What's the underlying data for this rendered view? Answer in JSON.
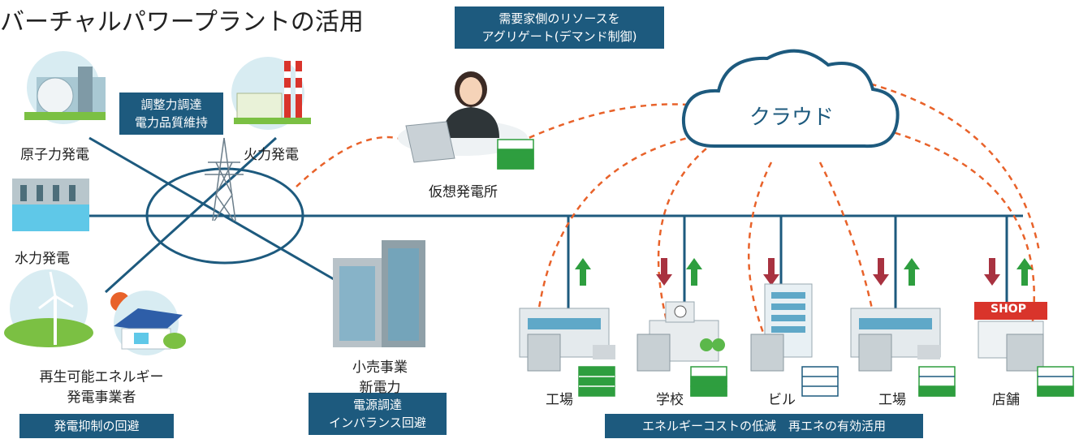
{
  "title": "バーチャルパワープラントの活用",
  "badges": {
    "demand_side": [
      "需要家側のリソースを",
      "アグリゲート(デマンド制御)"
    ],
    "adjustment": [
      "調整力調達",
      "電力品質維持"
    ],
    "curtail": "発電抑制の回避",
    "imbalance": [
      "電源調達",
      "インバランス回避"
    ],
    "cost": "エネルギーコストの低減　再エネの有効活用"
  },
  "labels": {
    "nuclear": "原子力発電",
    "thermal": "火力発電",
    "hydro": "水力発電",
    "renewable": [
      "再生可能エネルギー",
      "発電事業者"
    ],
    "vpp": "仮想発電所",
    "retail": [
      "小売事業",
      "新電力"
    ],
    "cloud": "クラウド",
    "factory1": "工場",
    "school": "学校",
    "building": "ビル",
    "factory2": "工場",
    "shop": "店舗",
    "shop_sign": "SHOP"
  },
  "colors": {
    "grid_line": "#1d5a7e",
    "badge": "#1d5a7e",
    "dashed": "#e8622a",
    "arrow_up": "#2e9e3f",
    "arrow_down": "#a83240",
    "battery_green": "#2e9e3f"
  },
  "battery_levels": {
    "vpp": 0.67,
    "factory1": 1.0,
    "school": 0.67,
    "building": 0.0,
    "factory2": 0.33,
    "shop": 0.33
  }
}
